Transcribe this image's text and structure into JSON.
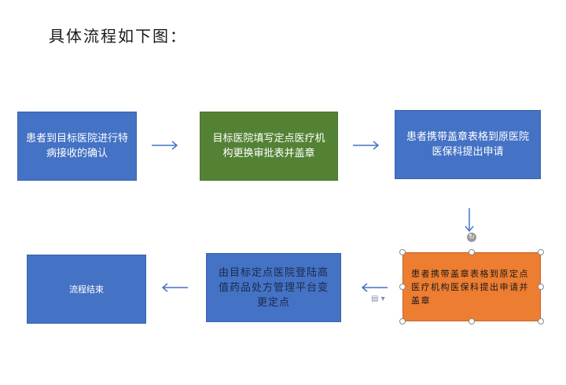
{
  "heading": "具体流程如下图：",
  "steps": {
    "s1": "患者到目标医院进行特病接收的确认",
    "s2": "目标医院填写定点医疗机构更换审批表并盖章",
    "s3": "患者携带盖章表格到原医院医保科提出申请",
    "s4": "患者携带盖章表格到原定点医疗机构医保科提出申请并盖章",
    "s5": "由目标定点医院登陆高值药品处方管理平台变更定点",
    "s6": "流程结束"
  },
  "colors": {
    "blue": "#4472c4",
    "green": "#548235",
    "orange": "#ed7d31",
    "arrow": "#4472c4"
  },
  "icons": {
    "rotate": "rotate-handle-icon",
    "paste": "paste-options-icon"
  }
}
